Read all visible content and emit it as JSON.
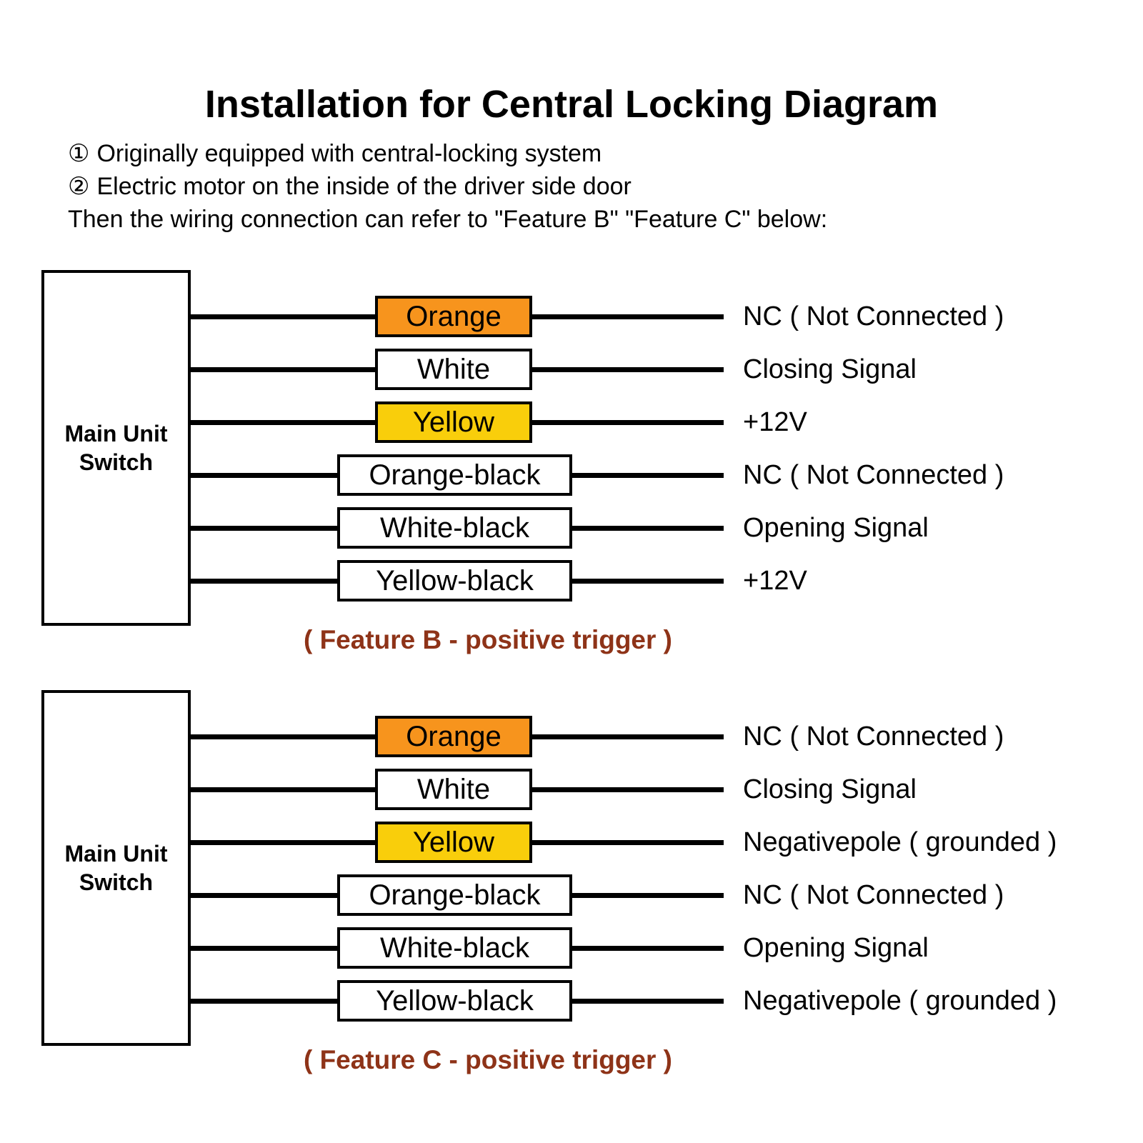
{
  "page": {
    "title": "Installation for Central Locking Diagram",
    "intro": [
      {
        "bullet": "①",
        "text": "Originally equipped with central-locking system"
      },
      {
        "bullet": "②",
        "text": "Electric motor on the inside of the driver side door"
      }
    ],
    "intro_note": "Then the wiring connection can refer to \"Feature B\" \"Feature C\" below:"
  },
  "colors": {
    "orange": "#F7941D",
    "yellow": "#F9CE0B",
    "white": "#FFFFFF",
    "caption": "#8E3318",
    "wire": "#000000"
  },
  "diagrams": [
    {
      "unit_label_line1": "Main Unit",
      "unit_label_line2": "Switch",
      "caption": "( Feature B - positive trigger )",
      "wires": [
        {
          "name": "Orange",
          "fill": "orange",
          "signal": "NC ( Not Connected )"
        },
        {
          "name": "White",
          "fill": "white",
          "signal": "Closing Signal"
        },
        {
          "name": "Yellow",
          "fill": "yellow",
          "signal": "+12V"
        },
        {
          "name": "Orange-black",
          "fill": "white",
          "signal": "NC ( Not Connected )"
        },
        {
          "name": "White-black",
          "fill": "white",
          "signal": "Opening Signal"
        },
        {
          "name": "Yellow-black",
          "fill": "white",
          "signal": "+12V"
        }
      ]
    },
    {
      "unit_label_line1": "Main Unit",
      "unit_label_line2": "Switch",
      "caption": "( Feature C - positive trigger )",
      "wires": [
        {
          "name": "Orange",
          "fill": "orange",
          "signal": "NC ( Not Connected )"
        },
        {
          "name": "White",
          "fill": "white",
          "signal": "Closing Signal"
        },
        {
          "name": "Yellow",
          "fill": "yellow",
          "signal": "Negativepole ( grounded )"
        },
        {
          "name": "Orange-black",
          "fill": "white",
          "signal": "NC ( Not Connected )"
        },
        {
          "name": "White-black",
          "fill": "white",
          "signal": "Opening Signal"
        },
        {
          "name": "Yellow-black",
          "fill": "white",
          "signal": "Negativepole ( grounded )"
        }
      ]
    }
  ]
}
